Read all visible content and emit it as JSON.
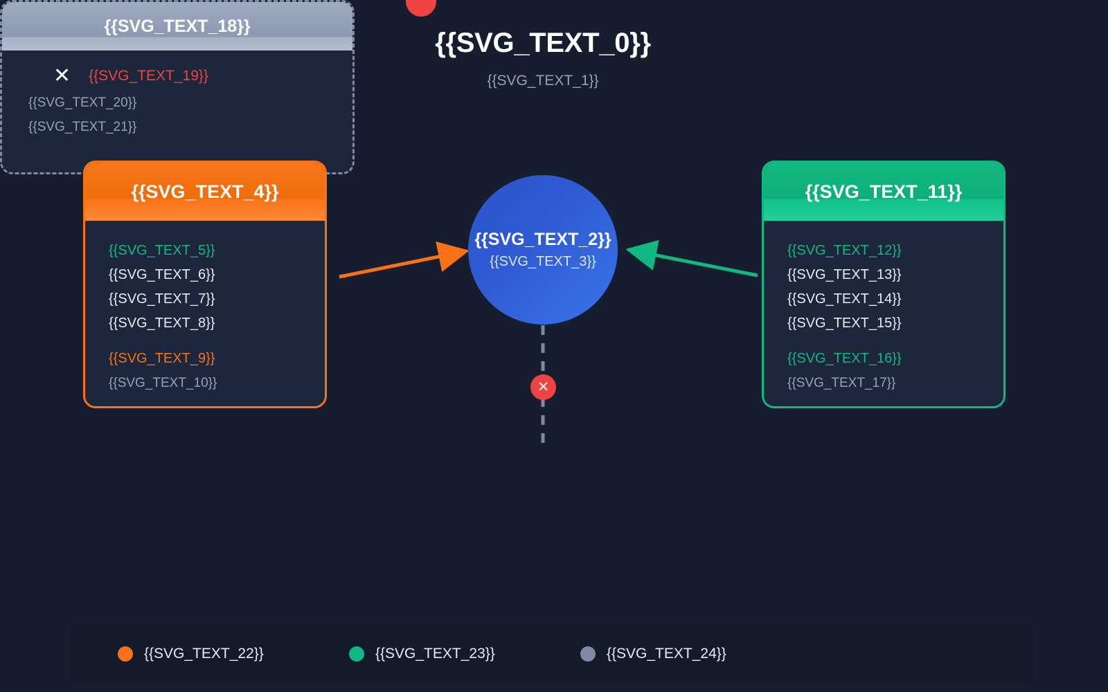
{
  "header": {
    "title": "{{SVG_TEXT_0}}",
    "subtitle": "{{SVG_TEXT_1}}"
  },
  "hub": {
    "title": "{{SVG_TEXT_2}}",
    "subtitle": "{{SVG_TEXT_3}}"
  },
  "source_card": {
    "title": "{{SVG_TEXT_4}}",
    "lines": [
      "{{SVG_TEXT_5}}",
      "{{SVG_TEXT_6}}",
      "{{SVG_TEXT_7}}",
      "{{SVG_TEXT_8}}",
      "{{SVG_TEXT_9}}",
      "{{SVG_TEXT_10}}"
    ]
  },
  "target_card": {
    "title": "{{SVG_TEXT_11}}",
    "lines": [
      "{{SVG_TEXT_12}}",
      "{{SVG_TEXT_13}}",
      "{{SVG_TEXT_14}}",
      "{{SVG_TEXT_15}}",
      "{{SVG_TEXT_16}}",
      "{{SVG_TEXT_17}}"
    ]
  },
  "blocked_card": {
    "title": "{{SVG_TEXT_18}}",
    "reason": "{{SVG_TEXT_19}}",
    "notes": [
      "{{SVG_TEXT_20}}",
      "{{SVG_TEXT_21}}"
    ],
    "icon": "x-mark-icon"
  },
  "legend": {
    "items": [
      {
        "label": "{{SVG_TEXT_22}}",
        "color": "#f97316",
        "icon": "orange-dot-icon"
      },
      {
        "label": "{{SVG_TEXT_23}}",
        "color": "#10b981",
        "icon": "green-dot-icon"
      },
      {
        "label": "{{SVG_TEXT_24}}",
        "color": "#7d8ba5",
        "icon": "gray-dot-icon"
      }
    ]
  },
  "colors": {
    "background": "#151d2e",
    "panel": "#1c273c",
    "source_accent": "#f97316",
    "target_accent": "#10b981",
    "hub_accent": "#3566d6",
    "blocked_accent": "#7d8ba5",
    "error": "#ef4444",
    "muted_text": "#94a3b8"
  },
  "markers": {
    "top_dot": "red-dot-icon",
    "block_marker": "blocked-x-icon"
  }
}
